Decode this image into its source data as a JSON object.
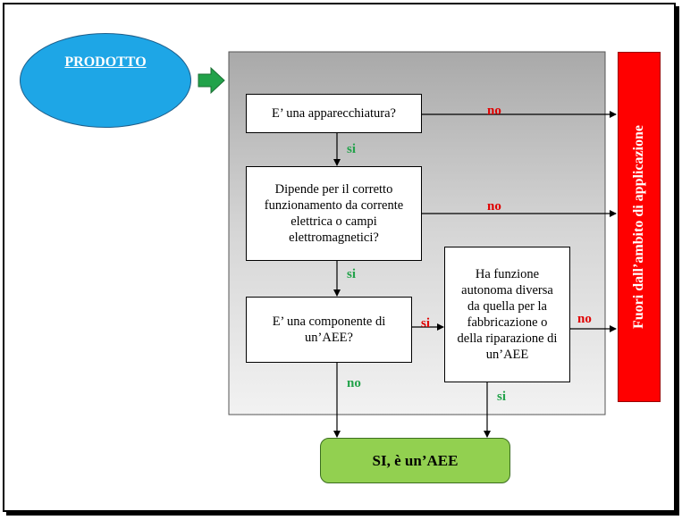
{
  "start": {
    "label": "PRODOTTO"
  },
  "out_of_scope": {
    "label": "Fuori dall’ambito di applicazione"
  },
  "questions": [
    {
      "text": "E’ una apparecchiatura?"
    },
    {
      "text": "Dipende per il corretto funzionamento da corrente elettrica o campi elettromagnetici?"
    },
    {
      "text": "E’ una componente di un’AEE?"
    },
    {
      "text": "Ha funzione autonoma diversa da quella per la fabbricazione o della riparazione di un’AEE"
    }
  ],
  "edge_labels": {
    "q1_no": "no",
    "q1_si": "si",
    "q2_no": "no",
    "q2_si": "si",
    "q3_si": "si",
    "q3_no": "no",
    "q4_no": "no",
    "q4_si": "si"
  },
  "result": {
    "label": "SI, è un’AEE"
  },
  "colors": {
    "start": "#1ea6e6",
    "out_of_scope": "#ff0000",
    "result": "#92d050",
    "panel": "#c0c0c0",
    "arrow": "#22a24a",
    "yes_text": "#22a24a",
    "no_text": "#e00000"
  }
}
